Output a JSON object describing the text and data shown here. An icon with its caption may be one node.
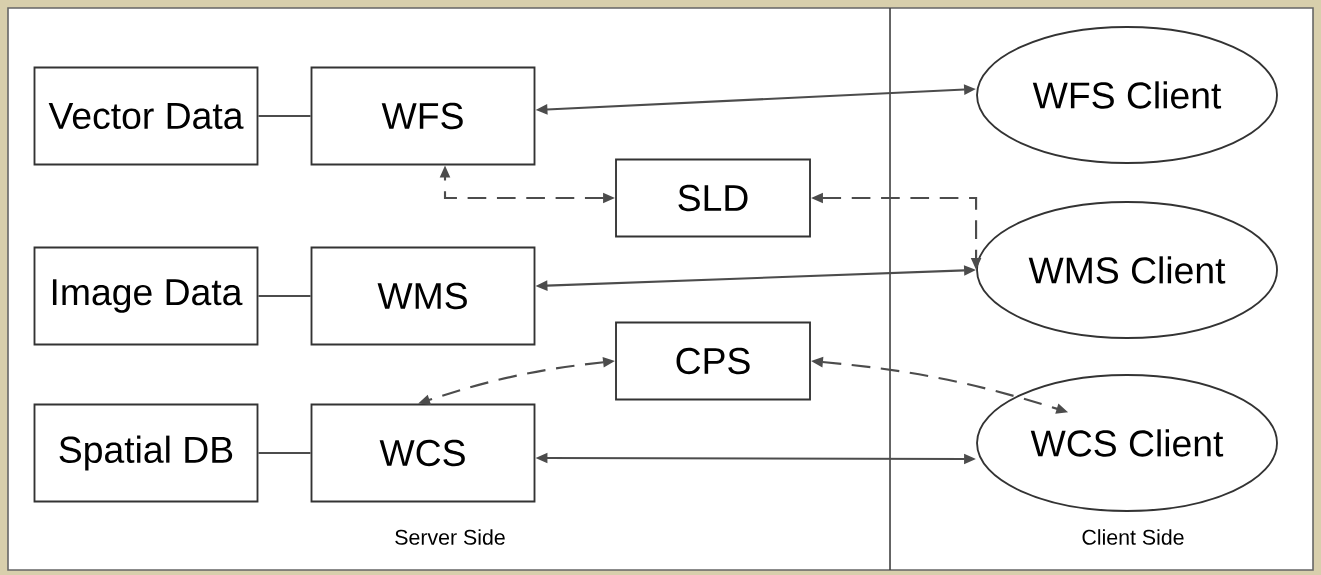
{
  "diagram": {
    "nodes": [
      {
        "text": [
          "Vector Data"
        ]
      },
      {
        "text": [
          "WFS"
        ]
      },
      {
        "text": [
          "SLD"
        ]
      },
      {
        "text": [
          "Image Data"
        ]
      },
      {
        "text": [
          "WMS"
        ]
      },
      {
        "text": [
          "CPS"
        ]
      },
      {
        "text": [
          "Spatial DB"
        ]
      },
      {
        "text": [
          "WCS"
        ]
      },
      {
        "text": [
          "WFS Client"
        ]
      },
      {
        "text": [
          "WMS Client"
        ]
      },
      {
        "text": [
          "WCS Client"
        ]
      }
    ],
    "edges": [
      {
        "from": 0,
        "to": 1,
        "arrow": "none"
      },
      {
        "from": 1,
        "to": 8,
        "arrow": "both"
      },
      {
        "from": 2,
        "to": 1,
        "arrow": "both",
        "style": "dashed"
      },
      {
        "from": 2,
        "to": 9,
        "arrow": "both",
        "style": "dashed"
      },
      {
        "from": 3,
        "to": 4,
        "arrow": "none"
      },
      {
        "from": 4,
        "to": 9,
        "arrow": "both"
      },
      {
        "from": 5,
        "to": 7,
        "arrow": "both",
        "style": "dashed"
      },
      {
        "from": 5,
        "to": 10,
        "arrow": "both",
        "style": "dashed"
      },
      {
        "from": 6,
        "to": 7,
        "arrow": "none"
      },
      {
        "from": 7,
        "to": 10,
        "arrow": "both"
      }
    ],
    "labels": [
      "Server Side",
      "Client Side"
    ]
  }
}
